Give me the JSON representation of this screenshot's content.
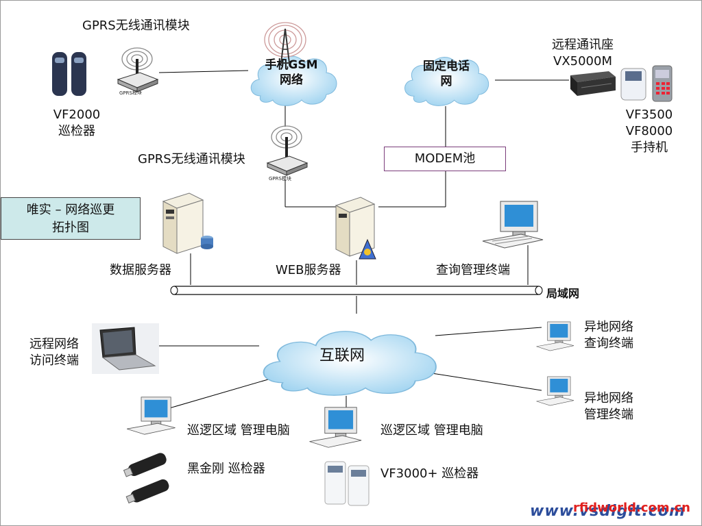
{
  "diagram": {
    "title_lines": [
      "唯实 – 网络巡更",
      "拓扑图"
    ],
    "clouds": {
      "gsm": [
        "手机GSM",
        "网络"
      ],
      "pstn": [
        "固定电话",
        "网"
      ],
      "internet": "互联网"
    },
    "labels": {
      "gprs_top": "GPRS无线通讯模块",
      "gprs_mid": "GPRS无线通讯模块",
      "vf2000": [
        "VF2000",
        "巡检器"
      ],
      "remote_seat": [
        "远程通讯座",
        "VX5000M"
      ],
      "vf_handhelds": [
        "VF3500",
        "VF8000",
        "手持机"
      ],
      "modem_pool": "MODEM池",
      "data_server": "数据服务器",
      "web_server": "WEB服务器",
      "query_terminal": "查询管理终端",
      "lan": "局域网",
      "remote_access": [
        "远程网络",
        "访问终端"
      ],
      "offsite_query": [
        "异地网络",
        "查询终端"
      ],
      "offsite_manage": [
        "异地网络",
        "管理终端"
      ],
      "patrol_pc_left": "巡逻区域 管理电脑",
      "patrol_pc_mid": "巡逻区域 管理电脑",
      "black_kingkong": "黑金刚 巡检器",
      "vf3000": "VF3000+ 巡检器"
    },
    "watermark": {
      "site_a": "www.vsdigit.com",
      "site_b": "rfidworld.com.cn"
    },
    "colors": {
      "title_box_bg": "#cde9ea",
      "cloud_fill": "#d6ecf8",
      "modem_border": "#7a3b7a",
      "watermark_blue": "#2c4d9b",
      "watermark_red": "#e0201e"
    }
  }
}
